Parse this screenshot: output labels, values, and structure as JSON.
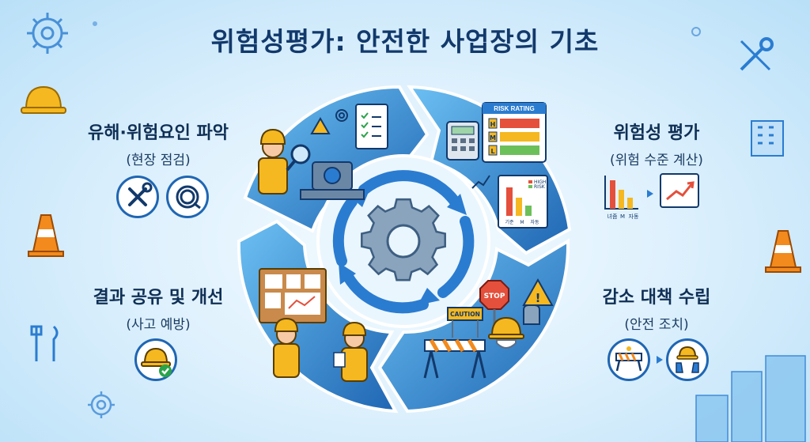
{
  "title": "위험성평가: 안전한 사업장의 기초",
  "steps": [
    {
      "label": "유해·위험요인 파악",
      "sub": "(현장 점검)"
    },
    {
      "label": "위험성 평가",
      "sub": "(위험 수준 계산)"
    },
    {
      "label": "감소 대책 수립",
      "sub": "(안전 조치)"
    },
    {
      "label": "결과 공유 및 개선",
      "sub": "(사고 예방)"
    }
  ],
  "risk_panel": {
    "heading": "RISK RATING",
    "levels": [
      "H",
      "M",
      "L"
    ],
    "legend": [
      "HIGH",
      "RISK"
    ],
    "axis": [
      "기준",
      "M",
      "자동"
    ]
  },
  "mini_chart_axis": [
    "녀즘",
    "M",
    "자동"
  ],
  "signs": {
    "stop": "STOP",
    "caution": "CAUTION",
    "warning": "!"
  },
  "colors": {
    "primary": "#1f66b3",
    "dark": "#12396b",
    "light": "#5fb4ec",
    "accent": "#f5b820"
  }
}
